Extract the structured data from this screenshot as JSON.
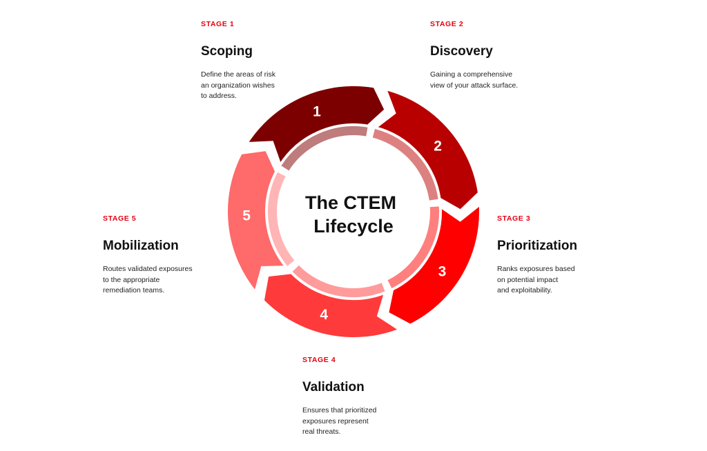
{
  "diagram": {
    "title_lines": [
      "The CTEM",
      "Lifecycle"
    ],
    "segments": [
      {
        "number": "1",
        "color": "#7d0000",
        "inner_color": "#be7c7c"
      },
      {
        "number": "2",
        "color": "#b80000",
        "inner_color": "#dd8080"
      },
      {
        "number": "3",
        "color": "#ff0000",
        "inner_color": "#ff7f7f"
      },
      {
        "number": "4",
        "color": "#ff3a3a",
        "inner_color": "#ff9b9b"
      },
      {
        "number": "5",
        "color": "#ff6a6a",
        "inner_color": "#ffb5b5"
      }
    ]
  },
  "stages": [
    {
      "id": "stage-1",
      "label": "STAGE 1",
      "title": "Scoping",
      "description": "Define the areas of risk\nan organization wishes\nto address."
    },
    {
      "id": "stage-2",
      "label": "STAGE 2",
      "title": "Discovery",
      "description": "Gaining a comprehensive\nview of your attack surface."
    },
    {
      "id": "stage-3",
      "label": "STAGE 3",
      "title": "Prioritization",
      "description": "Ranks exposures based\non potential impact\nand exploitability."
    },
    {
      "id": "stage-4",
      "label": "STAGE 4",
      "title": "Validation",
      "description": "Ensures that prioritized\nexposures represent\nreal threats."
    },
    {
      "id": "stage-5",
      "label": "STAGE 5",
      "title": "Mobilization",
      "description": "Routes validated exposures\nto the appropriate\nremediation teams."
    }
  ]
}
